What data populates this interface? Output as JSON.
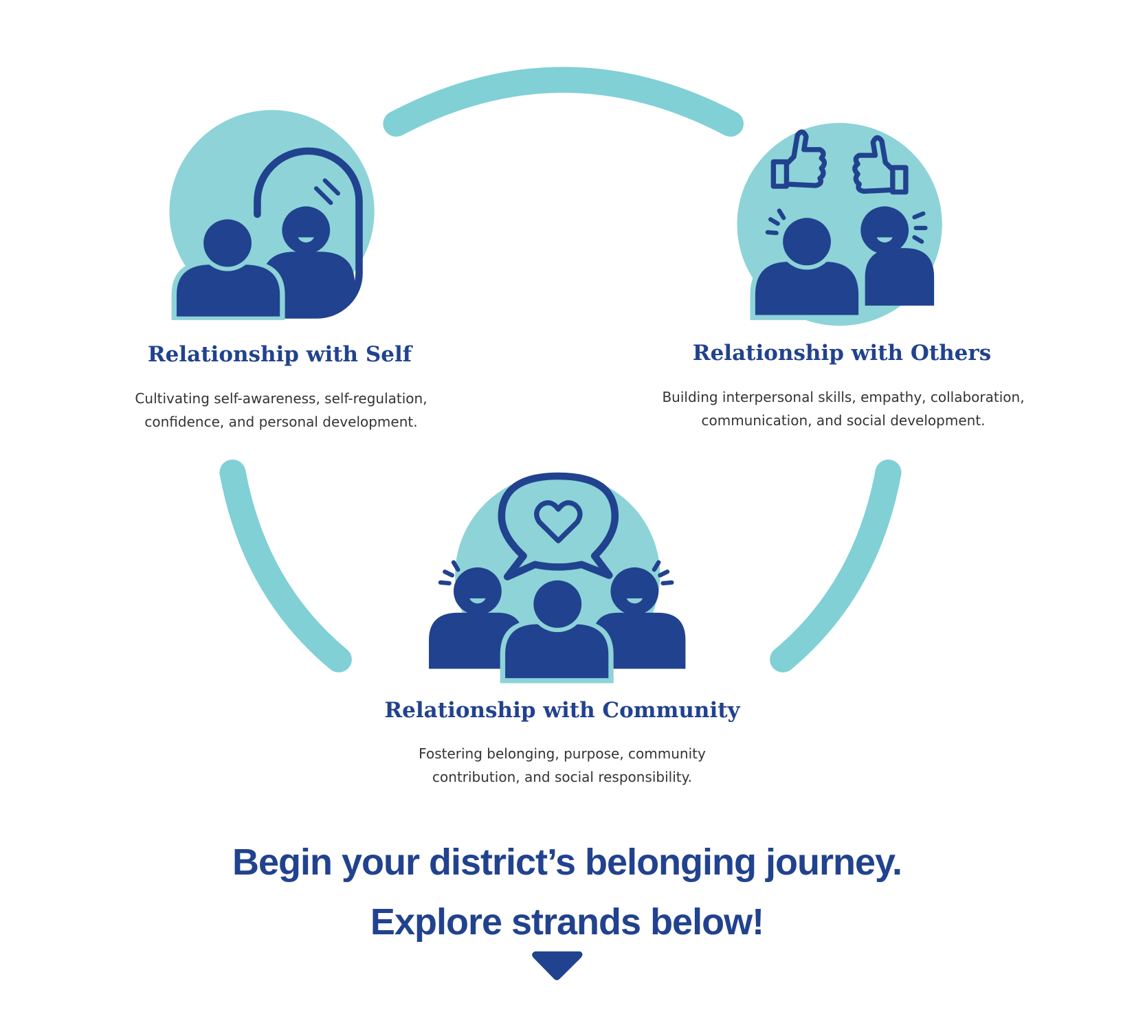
{
  "colors": {
    "navy": "#21428e",
    "teal": "#8dd3d8",
    "arc": "#80d0d6"
  },
  "strands": [
    {
      "title": "Relationship with Self",
      "description_lines": [
        "Cultivating self-awareness, self-regulation,",
        "confidence, and personal development."
      ],
      "icon": "person-mirror-icon"
    },
    {
      "title": "Relationship with Others",
      "description_lines": [
        "Building interpersonal skills, empathy, collaboration,",
        "communication, and social development."
      ],
      "icon": "two-people-thumbs-up-icon"
    },
    {
      "title": "Relationship with Community",
      "description_lines": [
        "Fostering belonging, purpose, community",
        "contribution, and social responsibility."
      ],
      "icon": "group-heart-speech-icon"
    }
  ],
  "cta": {
    "line1": "Begin your district’s belonging journey.",
    "line2": "Explore strands below!"
  },
  "scroll_icon": "triangle-down-icon"
}
